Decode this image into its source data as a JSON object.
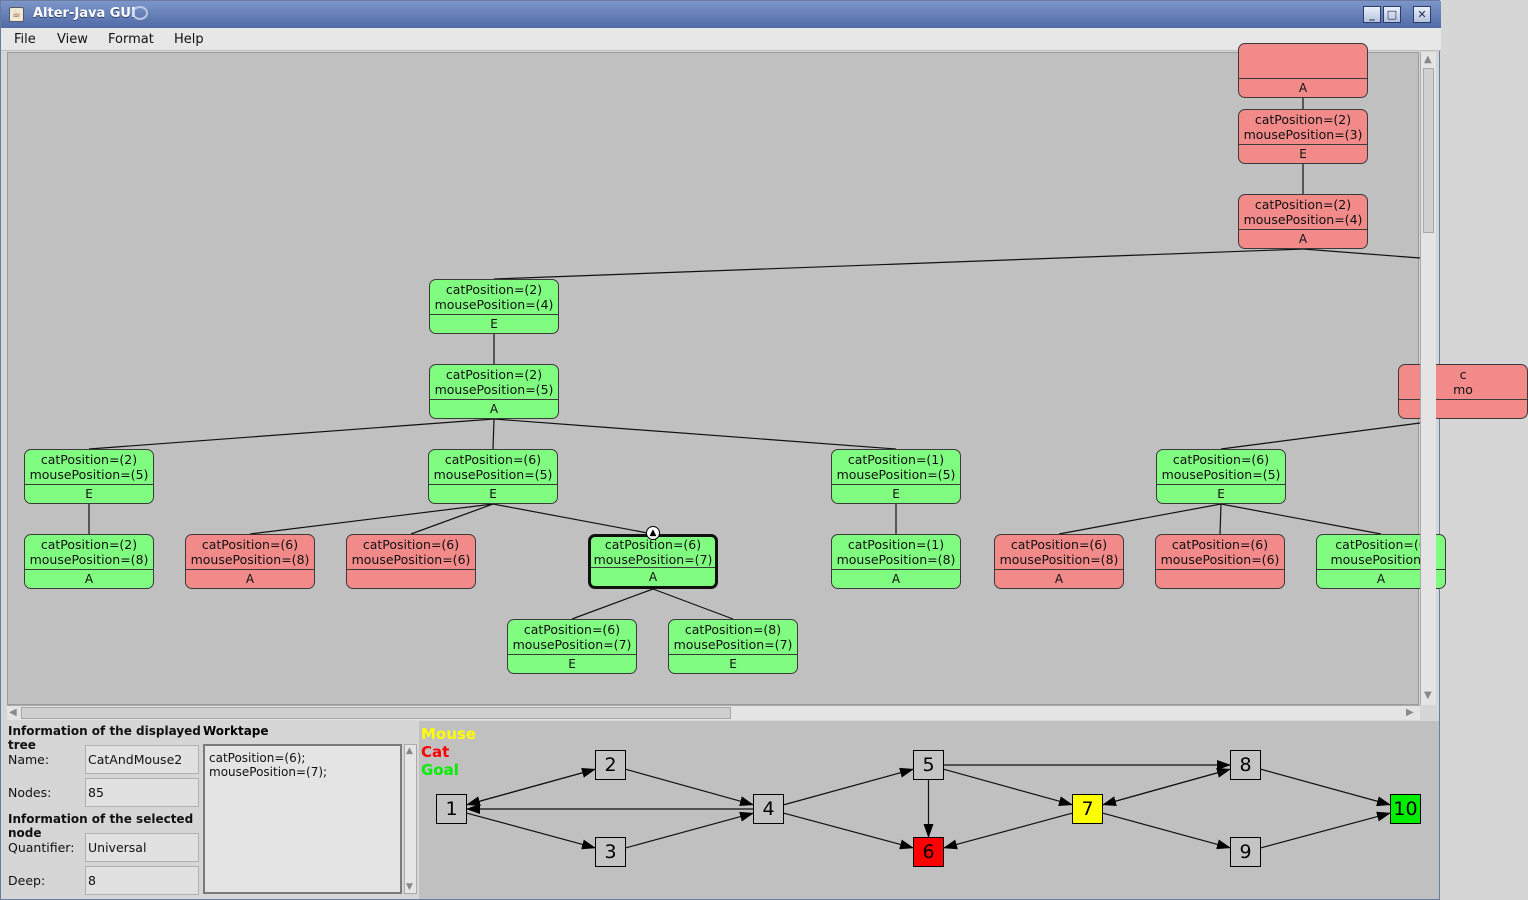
{
  "window": {
    "title": "Alter-Java GUI"
  },
  "menu": [
    "File",
    "View",
    "Format",
    "Help"
  ],
  "tree": {
    "nodes": [
      {
        "id": "n0",
        "color": "red",
        "line1": "",
        "line2": "",
        "quantifier": "A"
      },
      {
        "id": "n1",
        "color": "red",
        "line1": "catPosition=(2)",
        "line2": "mousePosition=(3)",
        "quantifier": "E"
      },
      {
        "id": "n2",
        "color": "red",
        "line1": "catPosition=(2)",
        "line2": "mousePosition=(4)",
        "quantifier": "A"
      },
      {
        "id": "n3",
        "color": "green",
        "line1": "catPosition=(2)",
        "line2": "mousePosition=(4)",
        "quantifier": "E"
      },
      {
        "id": "n4",
        "color": "green",
        "line1": "catPosition=(2)",
        "line2": "mousePosition=(5)",
        "quantifier": "A"
      },
      {
        "id": "n5",
        "color": "red",
        "line1": "c",
        "line2": "mo",
        "quantifier": ""
      },
      {
        "id": "n6",
        "color": "green",
        "line1": "catPosition=(2)",
        "line2": "mousePosition=(5)",
        "quantifier": "E"
      },
      {
        "id": "n7",
        "color": "green",
        "line1": "catPosition=(6)",
        "line2": "mousePosition=(5)",
        "quantifier": "E"
      },
      {
        "id": "n8",
        "color": "green",
        "line1": "catPosition=(1)",
        "line2": "mousePosition=(5)",
        "quantifier": "E"
      },
      {
        "id": "n9",
        "color": "green",
        "line1": "catPosition=(6)",
        "line2": "mousePosition=(5)",
        "quantifier": "E"
      },
      {
        "id": "n10",
        "color": "green",
        "line1": "catPosition=(2)",
        "line2": "mousePosition=(8)",
        "quantifier": "A"
      },
      {
        "id": "n11",
        "color": "red",
        "line1": "catPosition=(6)",
        "line2": "mousePosition=(8)",
        "quantifier": "A"
      },
      {
        "id": "n12",
        "color": "red",
        "line1": "catPosition=(6)",
        "line2": "mousePosition=(6)",
        "quantifier": ""
      },
      {
        "id": "n13",
        "color": "green",
        "line1": "catPosition=(6)",
        "line2": "mousePosition=(7)",
        "quantifier": "A",
        "selected": true
      },
      {
        "id": "n14",
        "color": "green",
        "line1": "catPosition=(1)",
        "line2": "mousePosition=(8)",
        "quantifier": "A"
      },
      {
        "id": "n15",
        "color": "red",
        "line1": "catPosition=(6)",
        "line2": "mousePosition=(8)",
        "quantifier": "A"
      },
      {
        "id": "n16",
        "color": "red",
        "line1": "catPosition=(6)",
        "line2": "mousePosition=(6)",
        "quantifier": ""
      },
      {
        "id": "n17",
        "color": "green",
        "line1": "catPosition=(6",
        "line2": "mousePosition=",
        "quantifier": "A"
      },
      {
        "id": "n18",
        "color": "green",
        "line1": "catPosition=(6)",
        "line2": "mousePosition=(7)",
        "quantifier": "E"
      },
      {
        "id": "n19",
        "color": "green",
        "line1": "catPosition=(8)",
        "line2": "mousePosition=(7)",
        "quantifier": "E"
      }
    ]
  },
  "info": {
    "tree_header": "Information of the displayed tree",
    "name_label": "Name:",
    "name_value": "CatAndMouse2",
    "nodes_label": "Nodes:",
    "nodes_value": "85",
    "selected_header": "Information of the selected node",
    "quantifier_label": "Quantifier:",
    "quantifier_value": "Universal",
    "deep_label": "Deep:",
    "deep_value": "8"
  },
  "worktape": {
    "header": "Worktape",
    "content": "catPosition=(6);\nmousePosition=(7);"
  },
  "graph": {
    "legend": [
      {
        "label": "Mouse",
        "color": "#ffff00"
      },
      {
        "label": "Cat",
        "color": "#ff0000"
      },
      {
        "label": "Goal",
        "color": "#00ee00"
      }
    ],
    "nodes": [
      {
        "id": "1",
        "label": "1",
        "role": "normal"
      },
      {
        "id": "2",
        "label": "2",
        "role": "normal"
      },
      {
        "id": "3",
        "label": "3",
        "role": "normal"
      },
      {
        "id": "4",
        "label": "4",
        "role": "normal"
      },
      {
        "id": "5",
        "label": "5",
        "role": "normal"
      },
      {
        "id": "6",
        "label": "6",
        "role": "cat"
      },
      {
        "id": "7",
        "label": "7",
        "role": "mouse"
      },
      {
        "id": "8",
        "label": "8",
        "role": "normal"
      },
      {
        "id": "9",
        "label": "9",
        "role": "normal"
      },
      {
        "id": "10",
        "label": "10",
        "role": "goal"
      }
    ]
  }
}
